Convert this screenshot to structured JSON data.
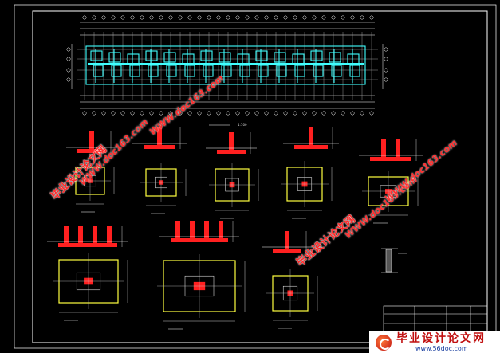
{
  "watermark": {
    "site_name": "毕业设计论文网",
    "url": "WWW.doc163.com"
  },
  "brand": {
    "title": "毕业设计论文网",
    "url": "www.56doc.com"
  },
  "colors": {
    "background": "#000000",
    "frame": "#ffffff",
    "foundation_red": "#ff2020",
    "outline_yellow": "#ffff40",
    "grid_cyan": "#40ffff",
    "watermark_red": "#ff2a2a"
  }
}
